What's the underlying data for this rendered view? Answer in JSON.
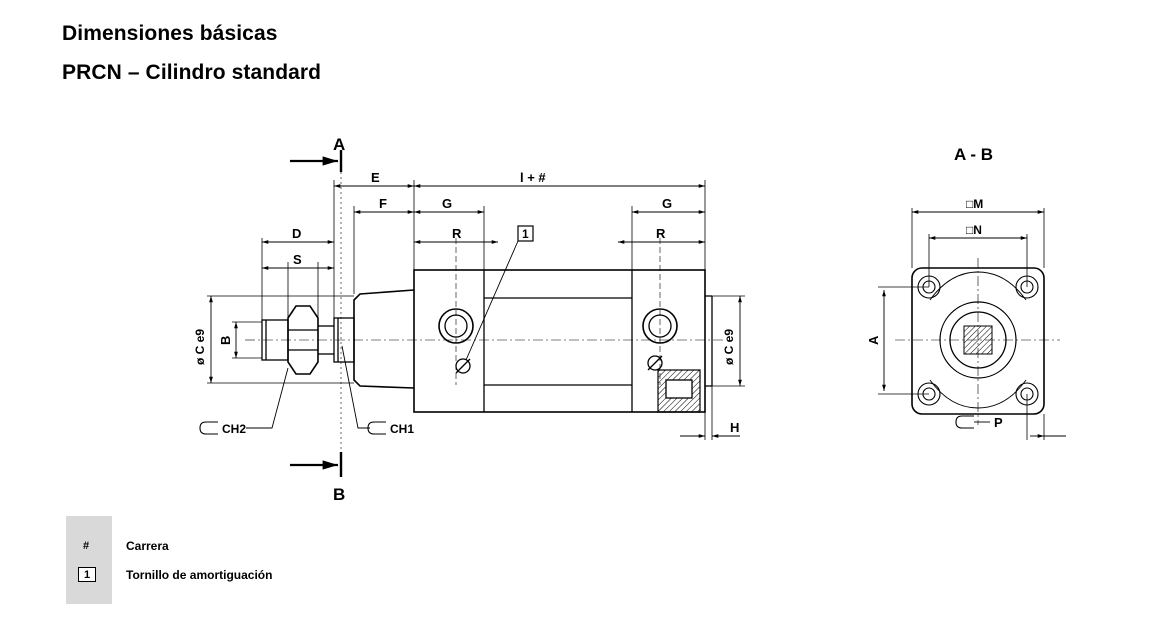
{
  "title": "Dimensiones básicas",
  "subtitle": "PRCN – Cilindro standard",
  "drawing": {
    "section_top": "A",
    "section_bottom": "B",
    "section_view_title": "A - B",
    "dim_E": "E",
    "dim_stroke": "l + #",
    "dim_F": "F",
    "dim_G": "G",
    "dim_G2": "G",
    "dim_D": "D",
    "dim_R": "R",
    "dim_R2": "R",
    "dim_S": "S",
    "dim_C_left": "ø C e9",
    "dim_C_right": "ø C e9",
    "dim_B": "B",
    "dim_H": "H",
    "dim_M": "□M",
    "dim_N": "□N",
    "dim_A": "A",
    "dim_P": "P",
    "wrench_CH2": "CH2",
    "wrench_CH1": "CH1",
    "callout_1": "1"
  },
  "legend": [
    {
      "key": "#",
      "text": "Carrera"
    },
    {
      "key": "1",
      "text": "Tornillo de amortiguación"
    }
  ],
  "colors": {
    "line": "#000000",
    "legend_bg": "#d9d9d9"
  }
}
